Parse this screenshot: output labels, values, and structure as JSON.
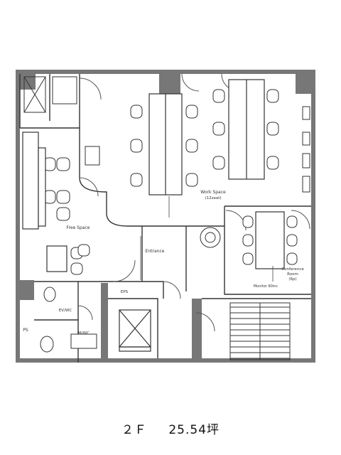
{
  "rooms": {
    "work_space": "Work Space",
    "work_space_seats": "(12seat)",
    "free_space": "Free Space",
    "entrance": "Entrance",
    "conference_line1": "Conference",
    "conference_line2": "Room",
    "conference_line3": "(6p)",
    "monitor": "Monitor 60inc",
    "mwc": "M/WC",
    "ewc": "EV/WC",
    "ps": "PS",
    "eps": "EPS"
  },
  "caption": {
    "floor": "２Ｆ",
    "area": "25.54坪"
  },
  "colors": {
    "wall": "#777777",
    "line": "#333333",
    "paper": "#ffffff"
  }
}
